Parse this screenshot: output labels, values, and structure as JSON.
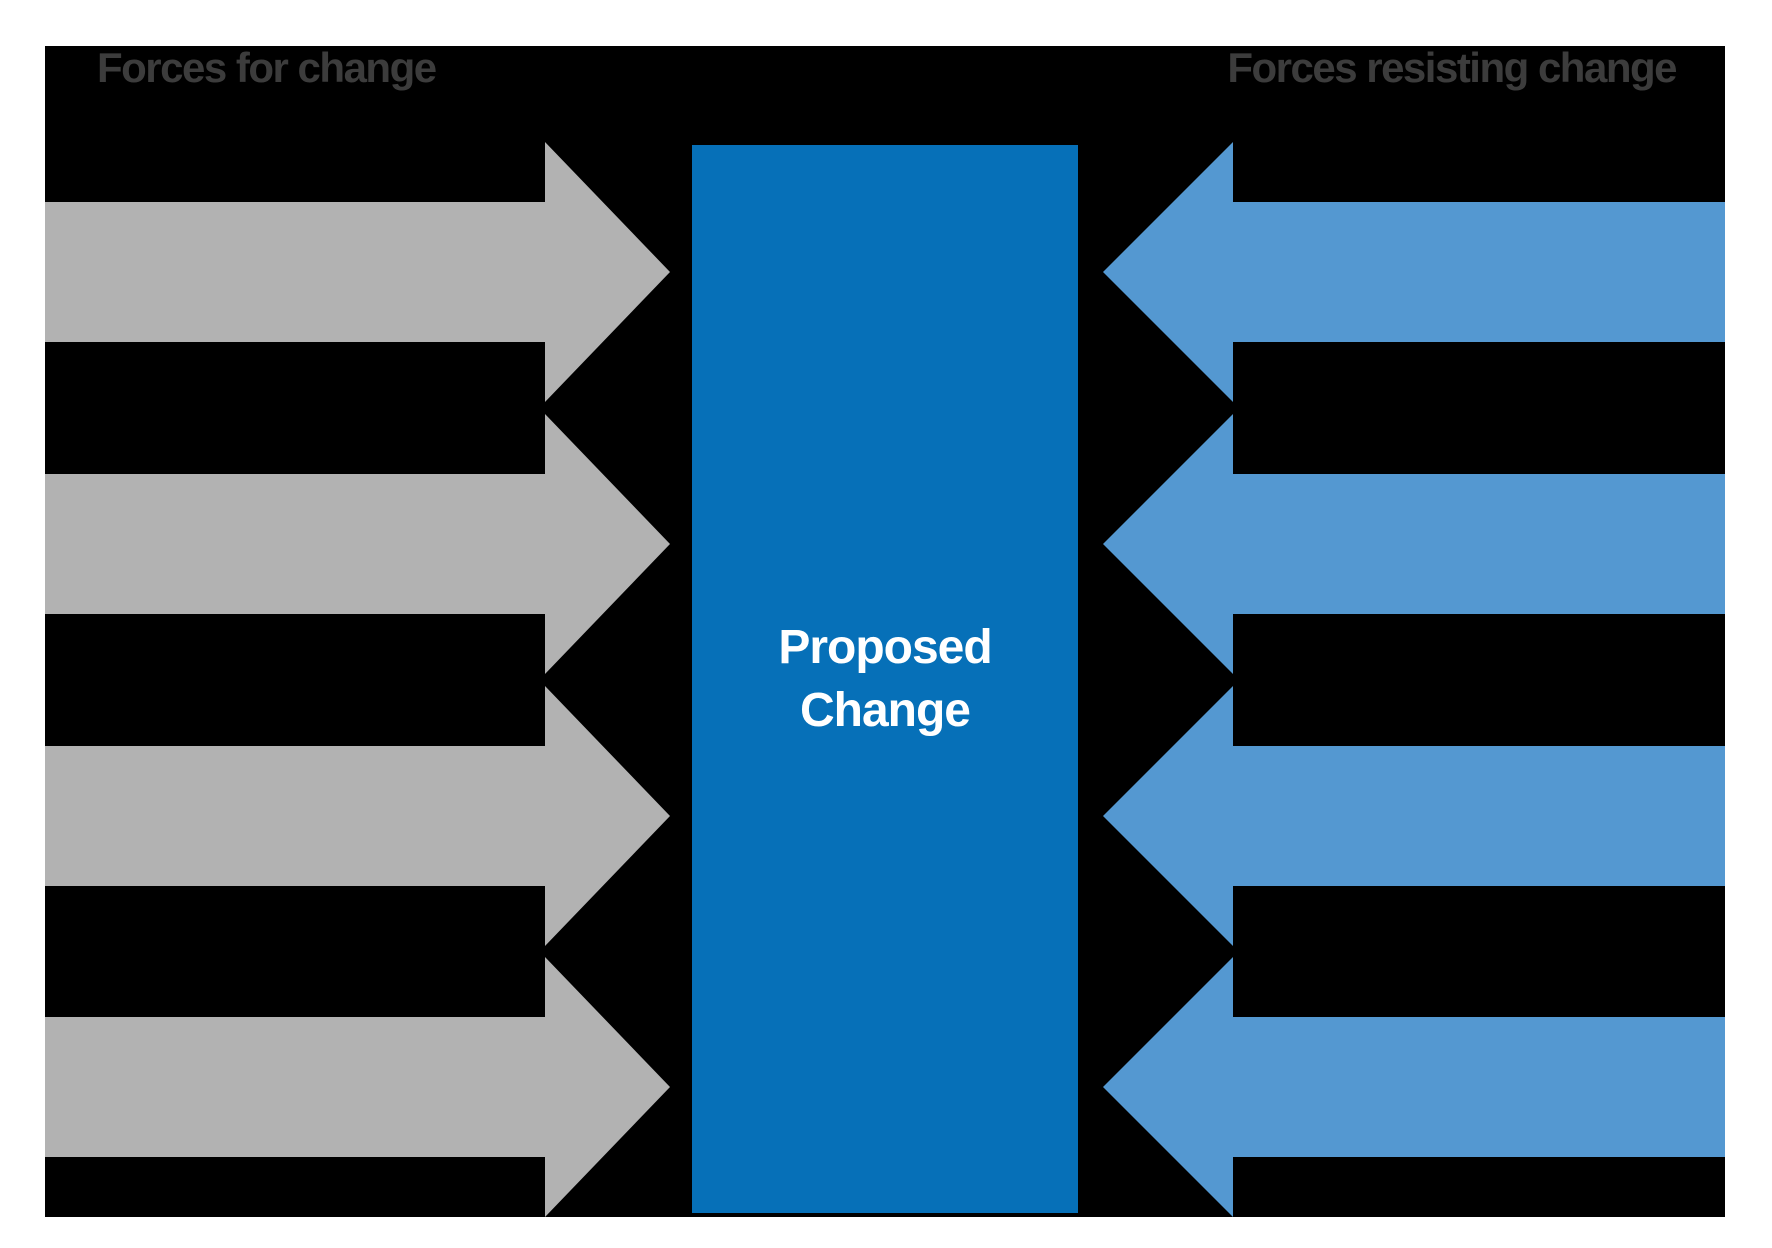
{
  "diagram": {
    "left_header": "Forces for change",
    "right_header": "Forces resisting change",
    "center_box": {
      "label": "Proposed\nChange"
    },
    "forces_for_change": {
      "arrow_count": 4,
      "direction": "right"
    },
    "forces_resisting_change": {
      "arrow_count": 4,
      "direction": "left"
    },
    "colors": {
      "page_margin": "#ffffff",
      "board_bg": "#000000",
      "header_text": "#3c3c3c",
      "for_arrow": "#b2b2b2",
      "resist_arrow": "#5498d1",
      "box_bg": "#0670b8",
      "box_text": "#ffffff"
    }
  }
}
